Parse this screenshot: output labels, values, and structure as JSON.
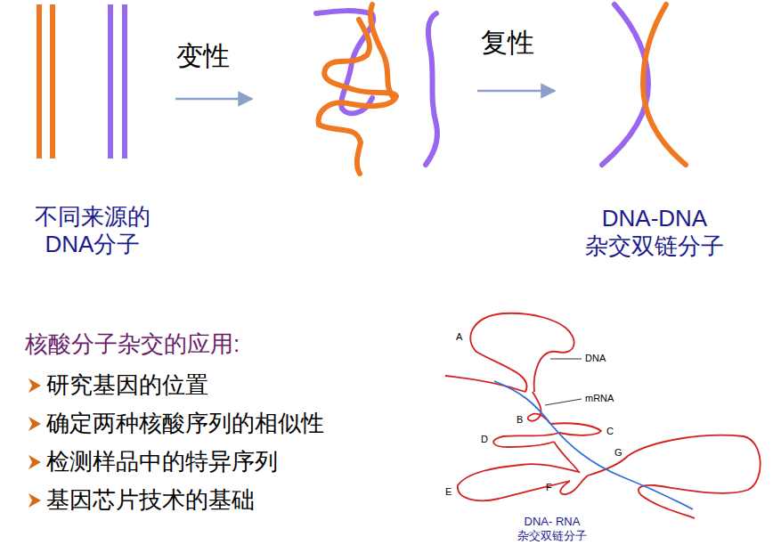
{
  "diagram": {
    "labels": [
      "变性",
      "复性",
      "不同来源的 DNA分子",
      "DNA-DNA 杂交双链分子",
      "核酸分子杂交的应用:",
      "研究基因的位置",
      "确定两种核酸序列的相似性",
      "检测样品中的特异序列",
      "基因芯片技术的基础",
      "A",
      "DNA",
      "mRNA",
      "B",
      "C",
      "D",
      "G",
      "E",
      "F",
      "DNA- RNA 杂交双链分子"
    ]
  }
}
